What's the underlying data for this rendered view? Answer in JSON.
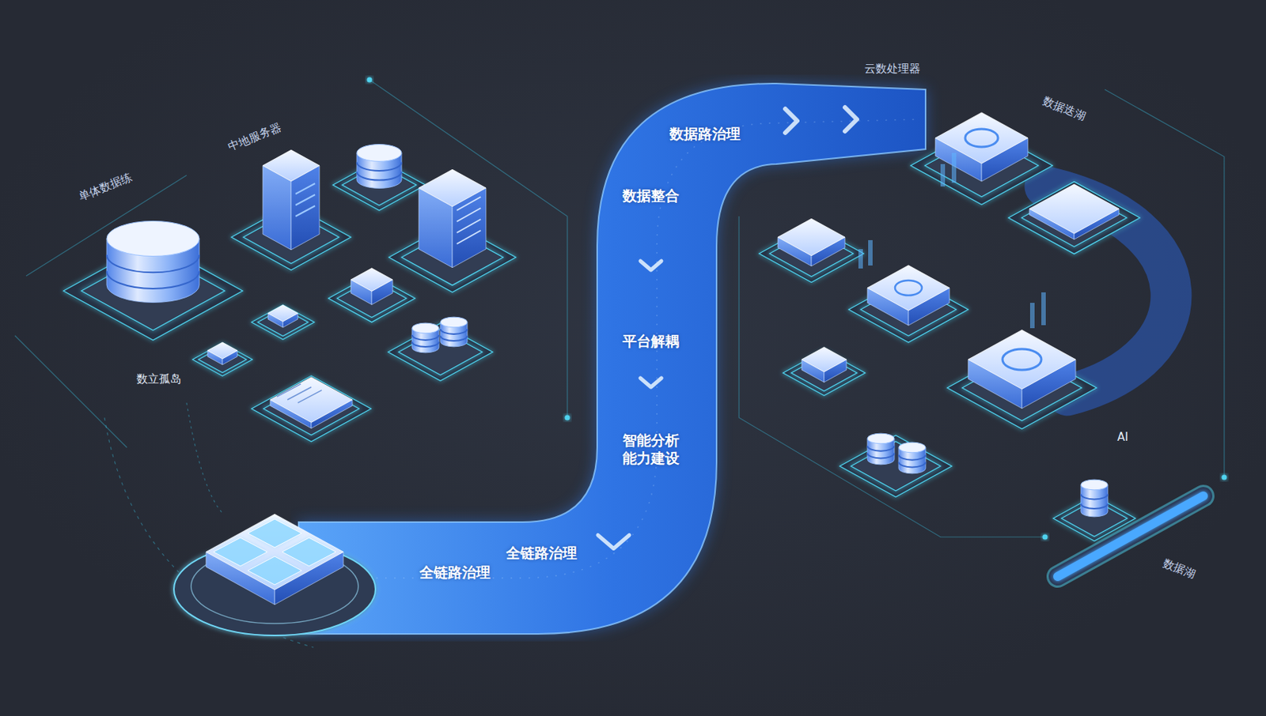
{
  "diagram": {
    "nodes": [
      {
        "text": [
          "数据路治理",
          "数据整合",
          "平台解耦",
          "智能分析 能力建设",
          "全链路治理",
          "全链路治理"
        ]
      }
    ],
    "labels": [
      "单体数据练",
      "中地服务器",
      "数立孤岛",
      "云数处理器",
      "数据迭湖",
      "AI",
      "数据湖"
    ]
  }
}
